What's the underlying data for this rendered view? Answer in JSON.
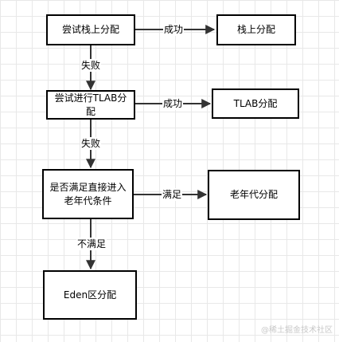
{
  "nodes": {
    "try_stack": "尝试栈上分配",
    "stack_alloc": "栈上分配",
    "try_tlab": "尝试进行TLAB分配",
    "tlab_alloc": "TLAB分配",
    "check_direct_old": "是否满足直接进入老年代条件",
    "old_gen_alloc": "老年代分配",
    "eden_alloc": "Eden区分配"
  },
  "edges": {
    "stack_success": "成功",
    "stack_fail": "失败",
    "tlab_success": "成功",
    "tlab_fail": "失败",
    "cond_yes": "满足",
    "cond_no": "不满足"
  },
  "watermark": "@稀土掘金技术社区",
  "colors": {
    "line": "#333333",
    "box_border": "#000000",
    "grid": "#e8e8e8",
    "watermark": "#c8c8c8"
  }
}
